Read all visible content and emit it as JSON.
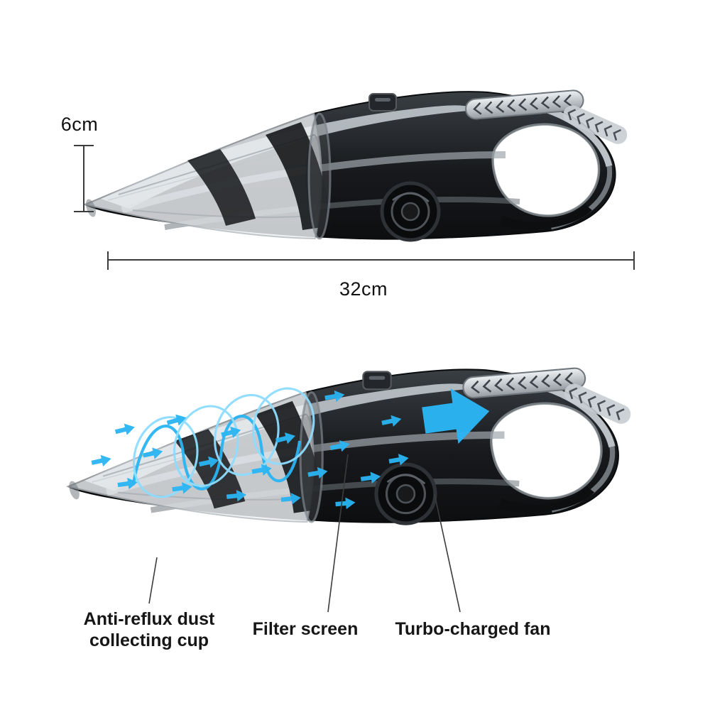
{
  "page": {
    "background": "#ffffff"
  },
  "dimension_annotations": {
    "height": "6cm",
    "length": "32cm"
  },
  "part_labels": {
    "dust_cup_line1": "Anti-reflux dust",
    "dust_cup_line2": "collecting cup",
    "filter": "Filter screen",
    "fan": "Turbo-charged fan"
  },
  "colors": {
    "airflow": "#2ab5f4",
    "annotation_line": "#3c3c3c",
    "text": "#141414"
  }
}
